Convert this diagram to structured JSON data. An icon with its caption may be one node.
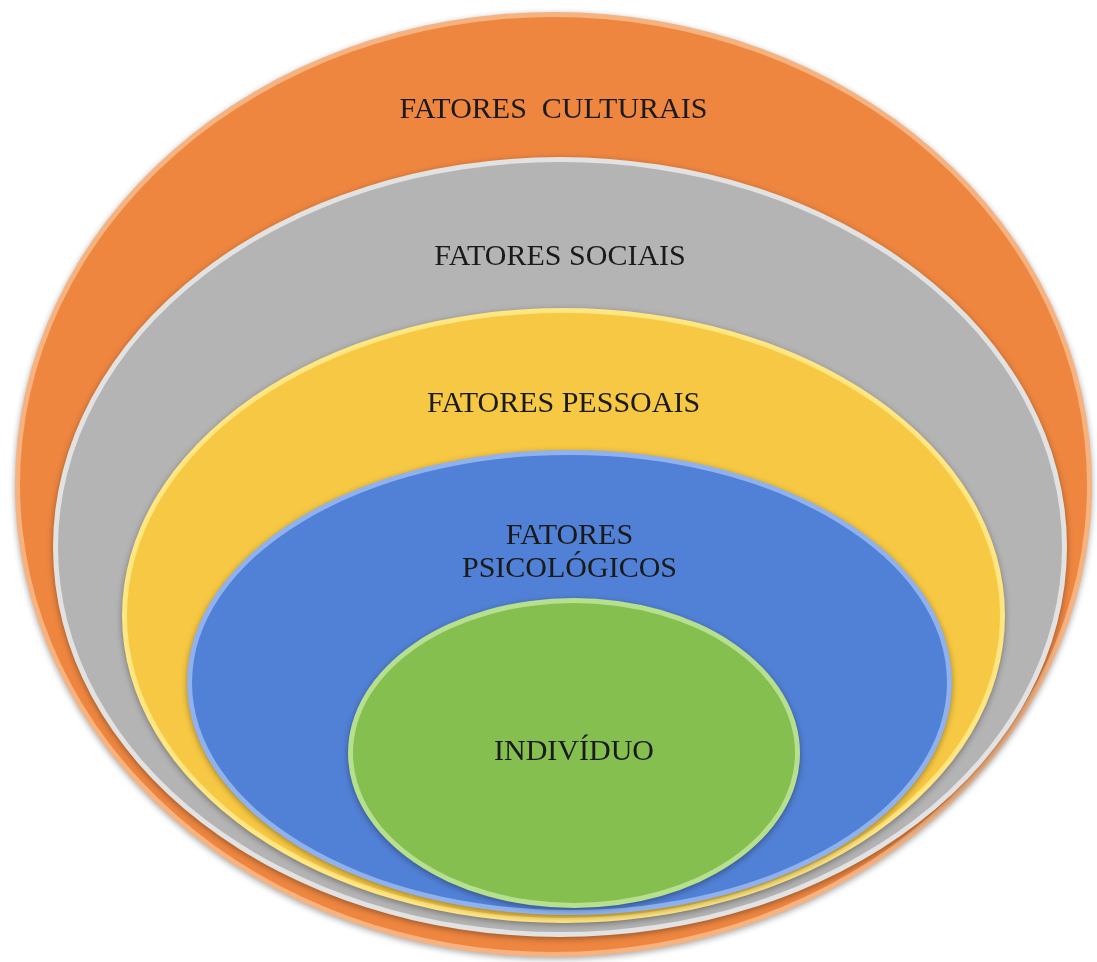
{
  "diagram": {
    "nodes": [
      {
        "text": [
          "FATORES  CULTURAIS"
        ]
      },
      {
        "text": [
          "FATORES SOCIAIS"
        ],
        "in": 0
      },
      {
        "text": [
          "FATORES PESSOAIS"
        ],
        "in": 1
      },
      {
        "text": [
          "FATORES PSICOLÓGICOS"
        ],
        "in": 2
      },
      {
        "text": [
          "INDIVÍDUO"
        ],
        "in": 3
      }
    ]
  }
}
